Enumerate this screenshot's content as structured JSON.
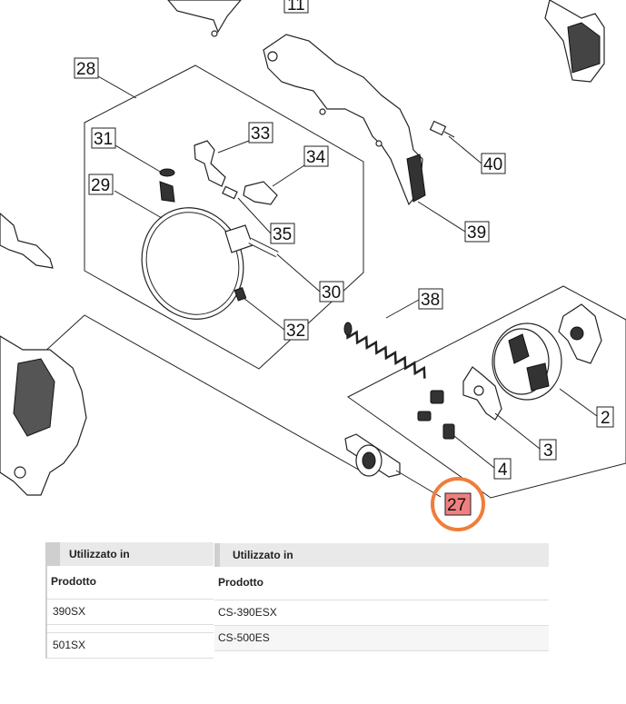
{
  "callouts": [
    "11",
    "28",
    "31",
    "33",
    "34",
    "29",
    "35",
    "30",
    "32",
    "40",
    "39",
    "38",
    "2",
    "3",
    "4",
    "27"
  ],
  "highlight": {
    "label": "27",
    "color": "#f07d3a",
    "fill": "#f08080"
  },
  "left_table": {
    "header": "Utilizzato in",
    "subheader": "Prodotto",
    "rows": [
      "390SX",
      "501SX"
    ]
  },
  "right_table": {
    "header": "Utilizzato in",
    "subheader": "Prodotto",
    "rows": [
      "CS-390ESX",
      "CS-500ES"
    ]
  }
}
